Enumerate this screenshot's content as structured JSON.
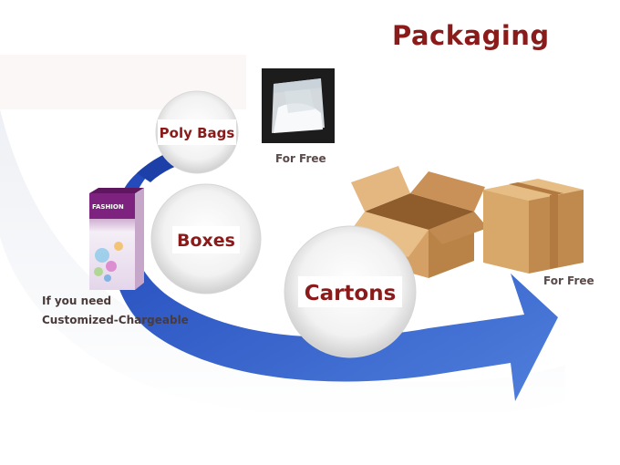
{
  "title": "Packaging",
  "stages": [
    {
      "label": "Poly Bags"
    },
    {
      "label": "Boxes"
    },
    {
      "label": "Cartons"
    }
  ],
  "poly_bag_caption": "For Free",
  "carton_caption": "For Free",
  "custom_box_note_line1": "If you need",
  "custom_box_note_line2": "Customized-Chargeable",
  "box_brand_text": "FASHION",
  "colors": {
    "title": "#8b1a1a",
    "arrow": "#2f5fcc",
    "carton": "#d9a66a",
    "caption": "#5a4a4a"
  }
}
